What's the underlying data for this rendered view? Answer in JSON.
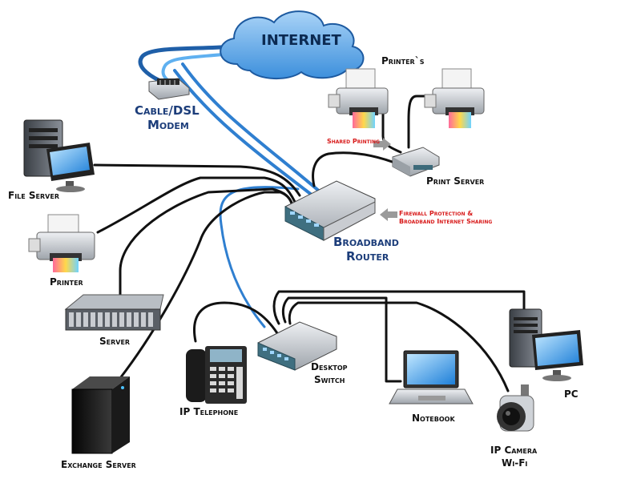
{
  "labels": {
    "internet": "INTERNET",
    "modem_1": "Cable/DSL",
    "modem_2": "Modem",
    "printers": "Printer`s",
    "shared_printing": "Shared Printing",
    "print_server": "Print Server",
    "firewall_1": "Firewall Protection &",
    "firewall_2": "Broadband Internet Sharing",
    "router_1": "Broadband",
    "router_2": "Router",
    "file_server": "File Server",
    "printer": "Printer",
    "server": "Server",
    "switch_1": "Desktop",
    "switch_2": "Switch",
    "ip_telephone": "IP Telephone",
    "notebook": "Notebook",
    "pc": "PC",
    "camera_1": "IP Camera",
    "camera_2": "Wi-Fi",
    "exchange_server": "Exchange Server"
  },
  "colors": {
    "cable_black": "#111111",
    "cable_blue": "#2f7fd0",
    "cloud": "#4a9be0",
    "device_gray": "#c9ccd1",
    "device_teal": "#3f6f80",
    "label_blue": "#1c3d7a",
    "note_red": "#d81b1b"
  }
}
